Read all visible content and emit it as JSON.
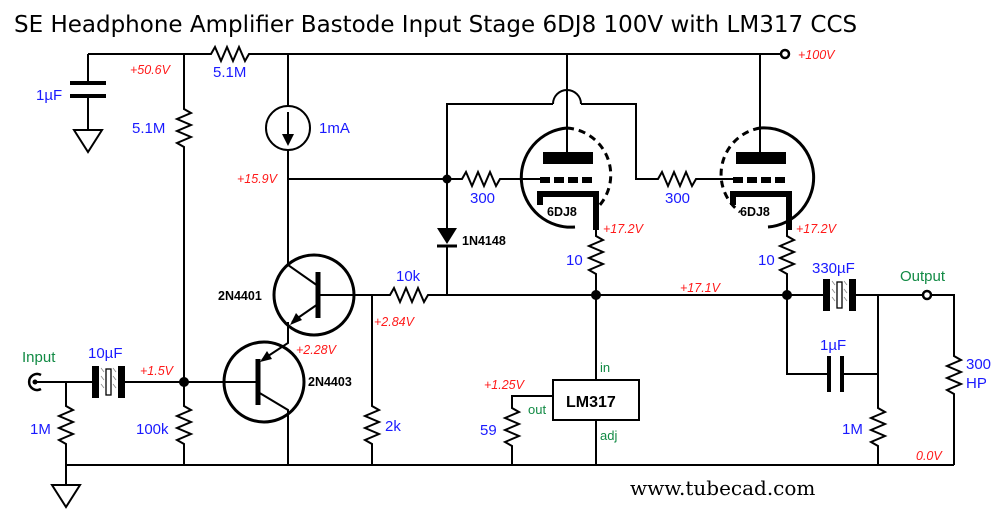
{
  "title": "SE Headphone Amplifier Bastode Input Stage 6DJ8 100V with LM317 CCS",
  "website": "www.tubecad.com",
  "colors": {
    "component_value": "#1a1aff",
    "voltage": "#ff1a1a",
    "pin_label": "#118a44",
    "wire": "#000000"
  },
  "components": {
    "c_filter": {
      "value": "1µF"
    },
    "r_top_series": {
      "value": "5.1M"
    },
    "r_bias_upper": {
      "value": "5.1M"
    },
    "ccs_1ma": {
      "value": "1mA"
    },
    "q1": {
      "part": "2N4401"
    },
    "q2": {
      "part": "2N4403"
    },
    "r_10k": {
      "value": "10k"
    },
    "r_2k": {
      "value": "2k"
    },
    "r_100k": {
      "value": "100k"
    },
    "r_input": {
      "value": "1M"
    },
    "c_input": {
      "value": "10µF"
    },
    "diode": {
      "part": "1N4148"
    },
    "r_grid1": {
      "value": "300"
    },
    "r_grid2": {
      "value": "300"
    },
    "tube1": {
      "part": "6DJ8"
    },
    "tube2": {
      "part": "6DJ8"
    },
    "r_cath1": {
      "value": "10"
    },
    "r_cath2": {
      "value": "10"
    },
    "lm317": {
      "part": "LM317",
      "pin_in": "in",
      "pin_out": "out",
      "pin_adj": "adj"
    },
    "r_59": {
      "value": "59"
    },
    "c_output": {
      "value": "330µF"
    },
    "c_bypass": {
      "value": "1µF"
    },
    "r_output": {
      "value": "1M"
    },
    "r_load": {
      "value": "300",
      "value2": "HP"
    }
  },
  "voltages": {
    "v_50_6": "+50.6V",
    "v_15_9": "+15.9V",
    "v_2_84": "+2.84V",
    "v_2_28": "+2.28V",
    "v_1_5": "+1.5V",
    "v_17_2_a": "+17.2V",
    "v_17_2_b": "+17.2V",
    "v_17_1": "+17.1V",
    "v_1_25": "+1.25V",
    "v_0_0": "0.0V",
    "v_100": "+100V"
  },
  "io": {
    "input": "Input",
    "output": "Output"
  }
}
